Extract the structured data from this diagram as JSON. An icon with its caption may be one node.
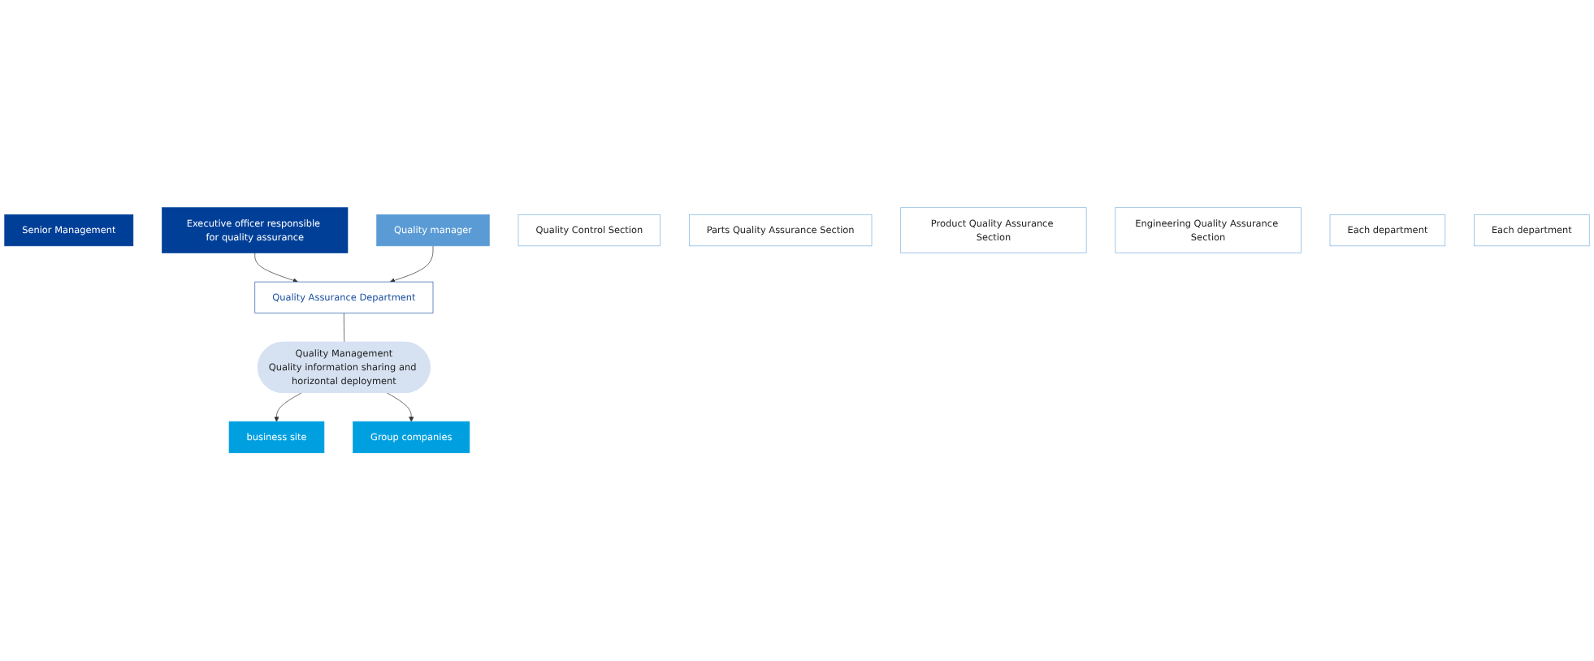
{
  "diagram": {
    "nodes": [
      {
        "text": [
          "Senior Management"
        ]
      },
      {
        "text": [
          "Executive officer responsible for quality assurance"
        ]
      },
      {
        "text": [
          "Quality manager"
        ]
      },
      {
        "text": [
          "Quality Assurance Department"
        ]
      },
      {
        "text": [
          "Quality Control Section"
        ]
      },
      {
        "text": [
          "Parts Quality Assurance Section"
        ]
      },
      {
        "text": [
          "Product Quality Assurance Section"
        ]
      },
      {
        "text": [
          "Engineering Quality Assurance Section"
        ]
      },
      {
        "text": [
          "Quality Management",
          "Quality information sharing and horizontal deployment"
        ]
      },
      {
        "text": [
          "business site"
        ]
      },
      {
        "text": [
          "Each department"
        ]
      },
      {
        "text": [
          "Group companies"
        ]
      },
      {
        "text": [
          "Each department"
        ]
      }
    ],
    "edges": [
      {
        "from": 1,
        "to": 3,
        "arrow": "to"
      },
      {
        "from": 2,
        "to": 3,
        "arrow": "to"
      },
      {
        "from": 3,
        "to": 8,
        "arrow": "none"
      },
      {
        "from": 8,
        "to": 9,
        "arrow": "to"
      },
      {
        "from": 8,
        "to": 11,
        "arrow": "to"
      }
    ]
  }
}
